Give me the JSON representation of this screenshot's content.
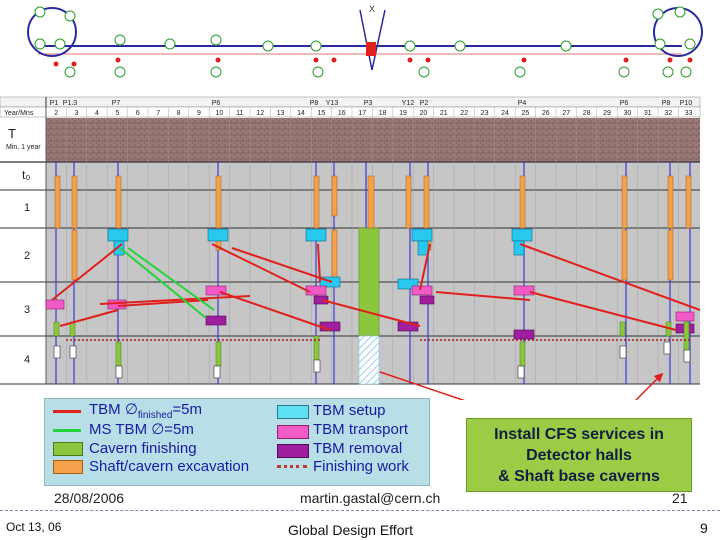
{
  "schematic": {
    "top_marker": "X",
    "points_row": [
      "P1",
      "P1.3",
      "P7",
      "P6",
      "P8",
      "Y13",
      "P3",
      "Y12",
      "P2",
      "P4",
      "P6",
      "P8",
      "P10"
    ],
    "year_header": "Year/Mns",
    "month_numbers": [
      "2",
      "3",
      "4",
      "5",
      "6",
      "7",
      "8",
      "9",
      "10",
      "11",
      "12",
      "13",
      "14",
      "15",
      "16",
      "17",
      "18",
      "19",
      "20",
      "21",
      "22",
      "23",
      "24",
      "25",
      "26",
      "27",
      "28",
      "29",
      "30",
      "31",
      "32",
      "33"
    ]
  },
  "rows": {
    "t_label": "T",
    "t_sub": "Min. 1 year",
    "t0_label": "t₀",
    "r1": "1",
    "r2": "2",
    "r3": "3",
    "r4": "4"
  },
  "legend": {
    "items": [
      {
        "key": "tbm_finished",
        "label_prefix": "TBM ∅",
        "label_sub": "finished",
        "label_suffix": "=5m",
        "color": "#e0201c"
      },
      {
        "key": "ms_tbm",
        "label": "MS TBM ∅=5m",
        "color": "#22d43a"
      },
      {
        "key": "cavern_finishing",
        "label": "Cavern finishing",
        "color": "#8cc63f"
      },
      {
        "key": "shaft_excavation",
        "label": "Shaft/cavern excavation",
        "color": "#f5a04a"
      },
      {
        "key": "tbm_setup",
        "label": "TBM setup",
        "color": "#5ee1f5"
      },
      {
        "key": "tbm_transport",
        "label": "TBM transport",
        "color": "#f25ac8"
      },
      {
        "key": "tbm_removal",
        "label": "TBM removal",
        "color": "#a01ea0"
      },
      {
        "key": "finishing_work",
        "label": "Finishing work",
        "color": "#c0392b"
      }
    ]
  },
  "install_box": {
    "lines": [
      "Install CFS services in",
      "Detector halls",
      "& Shaft base caverns"
    ]
  },
  "footer": {
    "date": "28/08/2006",
    "email": "martin.gastal@cern.ch",
    "page_inner": "21"
  },
  "bottom_bar": {
    "left": "Oct 13, 06",
    "center": "Global Design Effort",
    "right": "9"
  },
  "colors": {
    "brick": "#8c6a6a",
    "grey_band": "#c6c6c6",
    "red": "#e0201c",
    "green_line": "#22d43a",
    "orange": "#f5a04a",
    "cyan": "#29c8ee",
    "magenta": "#f25ac8",
    "purple": "#a01ea0",
    "blue_line": "#3b3bd6"
  }
}
